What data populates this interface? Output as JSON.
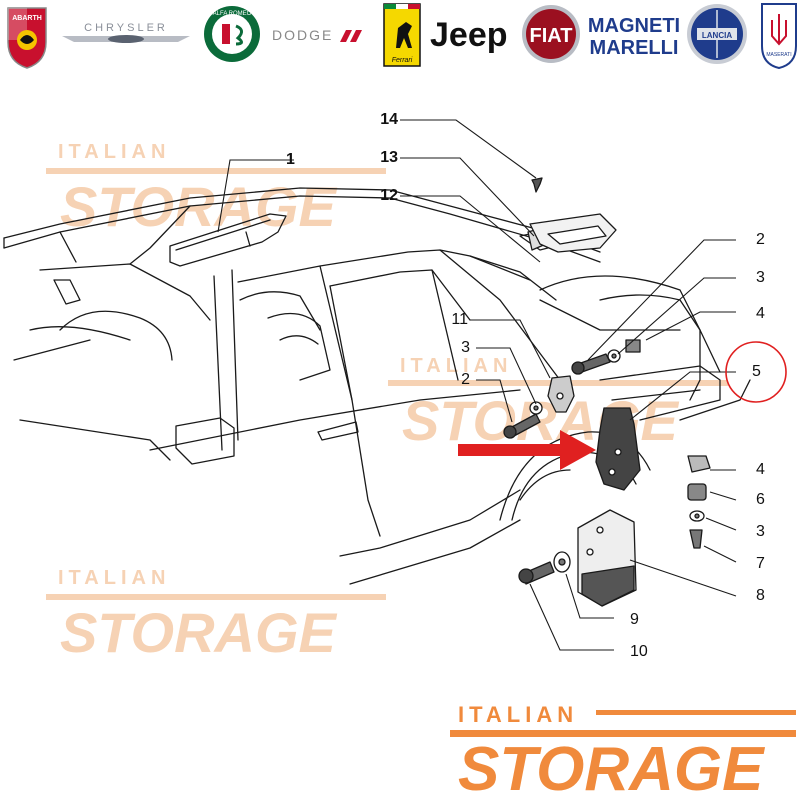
{
  "brands": [
    {
      "name": "Abarth",
      "label": "ABARTH"
    },
    {
      "name": "Chrysler",
      "label": "CHRYSLER"
    },
    {
      "name": "Alfa Romeo",
      "label": "ALFA ROMEO"
    },
    {
      "name": "Dodge",
      "label": "DODGE"
    },
    {
      "name": "Ferrari",
      "label": "Ferrari"
    },
    {
      "name": "Jeep",
      "label": "Jeep"
    },
    {
      "name": "Fiat",
      "label": "FIAT"
    },
    {
      "name": "Magneti Marelli",
      "label_line1": "MAGNETI",
      "label_line2": "MARELLI"
    },
    {
      "name": "Lancia",
      "label": "LANCIA"
    },
    {
      "name": "Maserati",
      "label": "MASERATI"
    }
  ],
  "watermark": {
    "small": "ITALIAN",
    "big": "STORAGE",
    "color": "#f08a3c",
    "faint_color": "#f6d2b4"
  },
  "callouts": {
    "c1": "1",
    "c2a": "2",
    "c3a": "3",
    "c4a": "4",
    "c5": "5",
    "c11": "11",
    "c3b": "3",
    "c2b": "2",
    "c12": "12",
    "c13": "13",
    "c14": "14",
    "c4b": "4",
    "c6": "6",
    "c3c": "3",
    "c7": "7",
    "c8": "8",
    "c9": "9",
    "c10": "10"
  },
  "colors": {
    "line": "#1a1a1a",
    "arrow": "#e02020",
    "highlight_circle": "#e02020"
  }
}
